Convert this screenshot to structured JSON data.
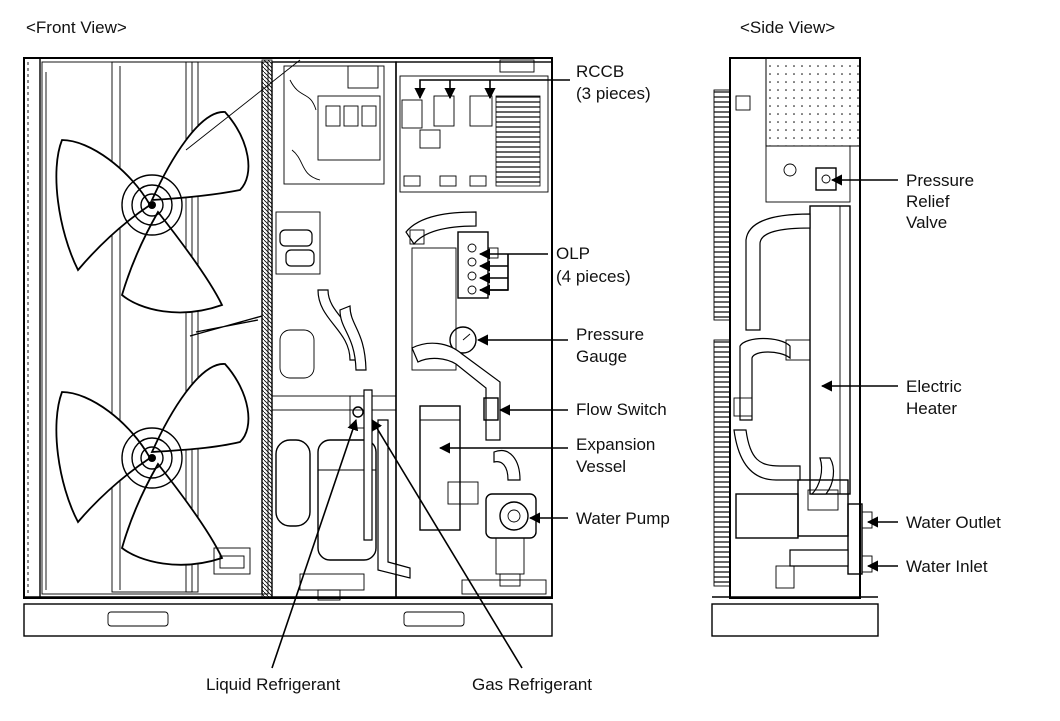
{
  "views": {
    "front_title": "<Front View>",
    "side_title": "<Side View>"
  },
  "labels": {
    "rccb_1": "RCCB",
    "rccb_2": "(3 pieces)",
    "olp_1": "OLP",
    "olp_2": "(4 pieces)",
    "pressure_gauge_1": "Pressure",
    "pressure_gauge_2": "Gauge",
    "flow_switch": "Flow Switch",
    "expansion_vessel_1": "Expansion",
    "expansion_vessel_2": "Vessel",
    "water_pump": "Water Pump",
    "liquid_refrigerant": "Liquid Refrigerant",
    "gas_refrigerant": "Gas Refrigerant",
    "pressure_relief_1": "Pressure",
    "pressure_relief_2": "Relief",
    "pressure_relief_3": "Valve",
    "electric_heater_1": "Electric",
    "electric_heater_2": "Heater",
    "water_outlet": "Water Outlet",
    "water_inlet": "Water Inlet"
  }
}
